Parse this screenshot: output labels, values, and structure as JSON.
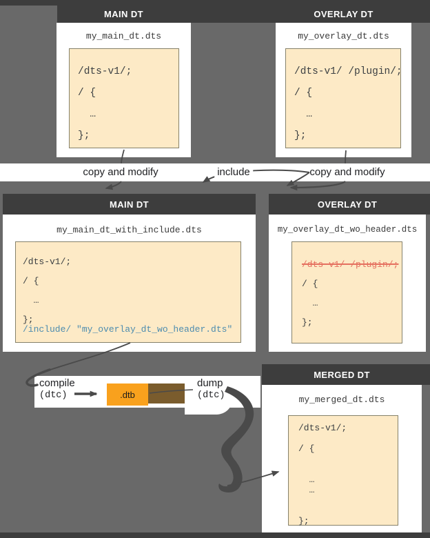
{
  "colors": {
    "background": "#696969",
    "panel_header": "#3d3d3d",
    "swoosh": "#4a4a4a",
    "panel_body": "#ffffff",
    "code_bg": "#fdeac6",
    "code_border": "#85816a",
    "code_text": "#3c4043",
    "include_blue": "#4d8caf",
    "strike_red": "#e5705f",
    "dtb_orange": "#f9a11d",
    "dtb_shadow_brown": "#7a5c2d",
    "label_text": "#202124"
  },
  "band": {
    "copy_left": "copy and modify",
    "include": "include",
    "copy_right": "copy and modify"
  },
  "boxes": {
    "top_main": {
      "header": "MAIN DT",
      "filename": "my_main_dt.dts",
      "lines": [
        {
          "t": "",
          "c": "p"
        },
        {
          "t": "/dts-v1/;",
          "c": "p"
        },
        {
          "t": "",
          "c": "p"
        },
        {
          "t": "/ {",
          "c": "p"
        },
        {
          "t": "",
          "c": "p"
        },
        {
          "t": "  …",
          "c": "p"
        },
        {
          "t": "",
          "c": "p"
        },
        {
          "t": "};",
          "c": "p"
        }
      ]
    },
    "top_overlay": {
      "header": "OVERLAY DT",
      "filename": "my_overlay_dt.dts",
      "lines": [
        {
          "t": "",
          "c": "p"
        },
        {
          "t": "/dts-v1/ /plugin/;",
          "c": "p"
        },
        {
          "t": "",
          "c": "p"
        },
        {
          "t": "/ {",
          "c": "p"
        },
        {
          "t": "",
          "c": "p"
        },
        {
          "t": "  …",
          "c": "p"
        },
        {
          "t": "",
          "c": "p"
        },
        {
          "t": "};",
          "c": "p"
        }
      ]
    },
    "mid_main": {
      "header": "MAIN DT",
      "filename": "my_main_dt_with_include.dts",
      "lines": [
        {
          "t": "",
          "c": "p"
        },
        {
          "t": "/dts-v1/;",
          "c": "p"
        },
        {
          "t": "",
          "c": "p"
        },
        {
          "t": "/ {",
          "c": "p"
        },
        {
          "t": "",
          "c": "p"
        },
        {
          "t": "  …",
          "c": "p"
        },
        {
          "t": "",
          "c": "p"
        },
        {
          "t": "};",
          "c": "p"
        },
        {
          "t": "/include/ \"my_overlay_dt_wo_header.dts\"",
          "c": "b"
        }
      ]
    },
    "mid_overlay": {
      "header": "OVERLAY DT",
      "filename": "my_overlay_dt_wo_header.dts",
      "lines": [
        {
          "t": "",
          "c": "p"
        },
        {
          "t": "/dts-v1/ /plugin/;",
          "c": "r"
        },
        {
          "t": "",
          "c": "p"
        },
        {
          "t": "/ {",
          "c": "p"
        },
        {
          "t": "",
          "c": "p"
        },
        {
          "t": "  …",
          "c": "p"
        },
        {
          "t": "",
          "c": "p"
        },
        {
          "t": "};",
          "c": "p"
        }
      ]
    },
    "merged": {
      "header": "MERGED DT",
      "filename": "my_merged_dt.dts",
      "lines": [
        {
          "t": "/dts-v1/;",
          "c": "p"
        },
        {
          "t": "",
          "c": "p"
        },
        {
          "t": "/ {",
          "c": "p"
        },
        {
          "t": "",
          "c": "p"
        },
        {
          "t": "",
          "c": "p"
        },
        {
          "t": "  …",
          "c": "p"
        },
        {
          "t": "  …",
          "c": "p"
        },
        {
          "t": "",
          "c": "p"
        },
        {
          "t": "",
          "c": "p"
        },
        {
          "t": "};",
          "c": "p"
        }
      ]
    }
  },
  "pipeline": {
    "compile": "compile",
    "compile_tool": "(dtc)",
    "dtb": ".dtb",
    "dump": "dump",
    "dump_tool": "(dtc)"
  }
}
